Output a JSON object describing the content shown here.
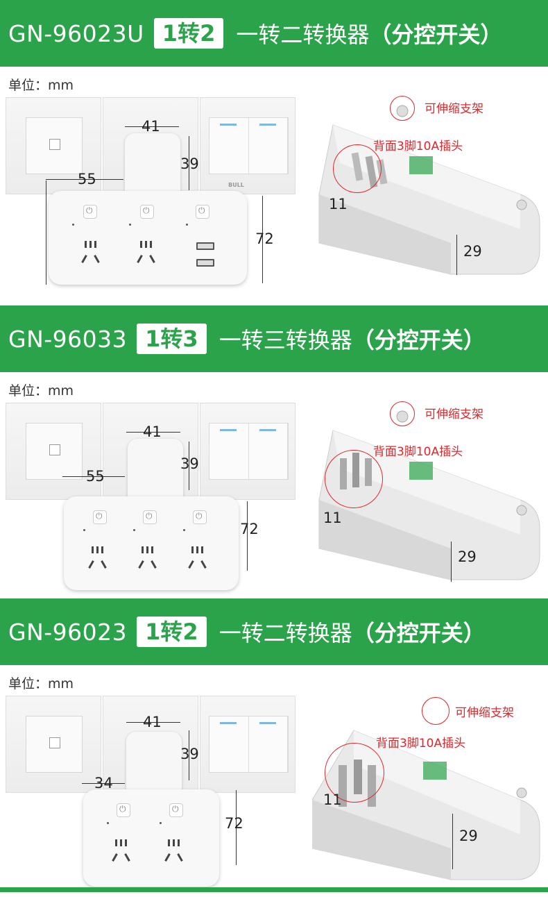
{
  "sections": [
    {
      "model": "GN-96023U",
      "badge": "1转2",
      "desc_plain": "一转二转换器",
      "desc_bold": "（分控开关）",
      "unit": "单位：mm",
      "dims": {
        "top_width": "41",
        "top_height": "39",
        "left_offset": "55",
        "body_height": "72",
        "plug_len": "11",
        "depth": "29"
      },
      "anno_bracket": "可伸缩支架",
      "anno_plug": "背面3脚10A插头",
      "outlets": 2,
      "usb_ports": 2
    },
    {
      "model": "GN-96033",
      "badge": "1转3",
      "desc_plain": "一转三转换器",
      "desc_bold": "（分控开关）",
      "unit": "单位：mm",
      "dims": {
        "top_width": "41",
        "top_height": "39",
        "left_offset": "55",
        "body_height": "72",
        "plug_len": "11",
        "depth": "29"
      },
      "anno_bracket": "可伸缩支架",
      "anno_plug": "背面3脚10A插头",
      "outlets": 3,
      "usb_ports": 0
    },
    {
      "model": "GN-96023",
      "badge": "1转2",
      "desc_plain": "一转二转换器",
      "desc_bold": "（分控开关）",
      "unit": "单位：mm",
      "dims": {
        "top_width": "41",
        "top_height": "39",
        "left_offset": "34",
        "body_height": "72",
        "plug_len": "11",
        "depth": "29"
      },
      "anno_bracket": "可伸缩支架",
      "anno_plug": "背面3脚10A插头",
      "outlets": 2,
      "usb_ports": 0
    }
  ],
  "brand_small": "BULL",
  "colors": {
    "accent": "#2aa34a",
    "annotation": "#e0262a"
  }
}
